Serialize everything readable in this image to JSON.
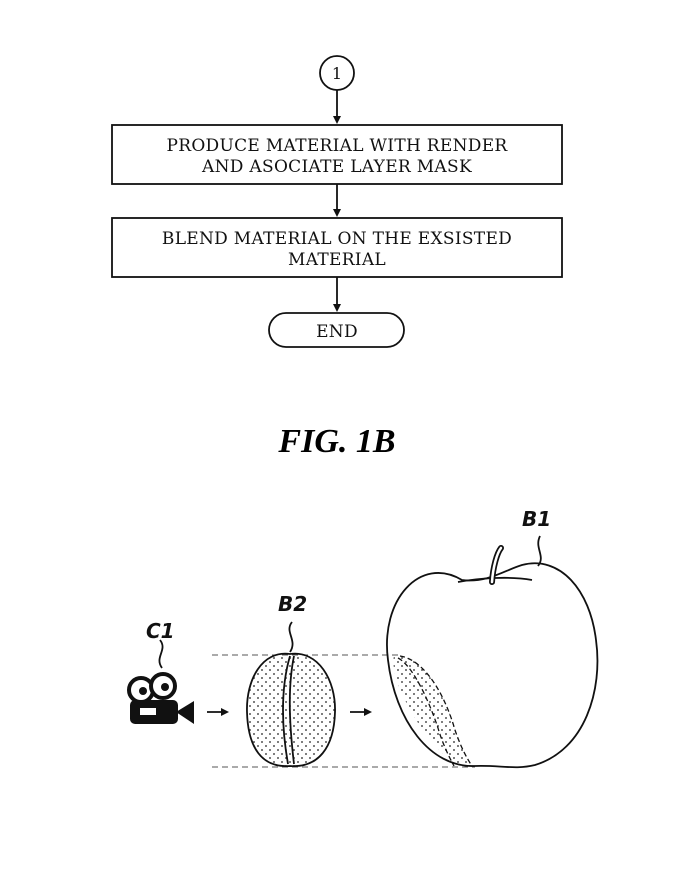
{
  "flowchart": {
    "connector_label": "1",
    "steps": [
      {
        "line1": "PRODUCE MATERIAL WITH RENDER",
        "line2": "AND ASOCIATE LAYER MASK"
      },
      {
        "line1": "BLEND MATERIAL ON THE EXSISTED",
        "line2": "MATERIAL"
      }
    ],
    "end_label": "END"
  },
  "figure": {
    "title": "FIG. 1B"
  },
  "illustration": {
    "camera_label": "C1",
    "material_label": "B2",
    "apple_label": "B1"
  }
}
